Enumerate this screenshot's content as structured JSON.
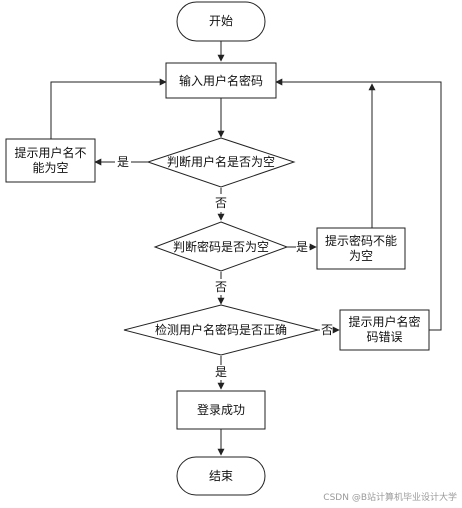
{
  "flowchart": {
    "start": "开始",
    "input": "输入用户名密码",
    "check_username": "判断用户名是否为空",
    "username_empty_msg": "提示用户名不能为空",
    "check_password": "判断密码是否为空",
    "password_empty_msg": "提示密码不能为空",
    "verify_credentials": "检测用户名密码是否正确",
    "credentials_error_msg": "提示用户名密码错误",
    "login_success": "登录成功",
    "end": "结束"
  },
  "labels": {
    "yes": "是",
    "no": "否"
  },
  "watermark": "CSDN @B站计算机毕业设计大学"
}
